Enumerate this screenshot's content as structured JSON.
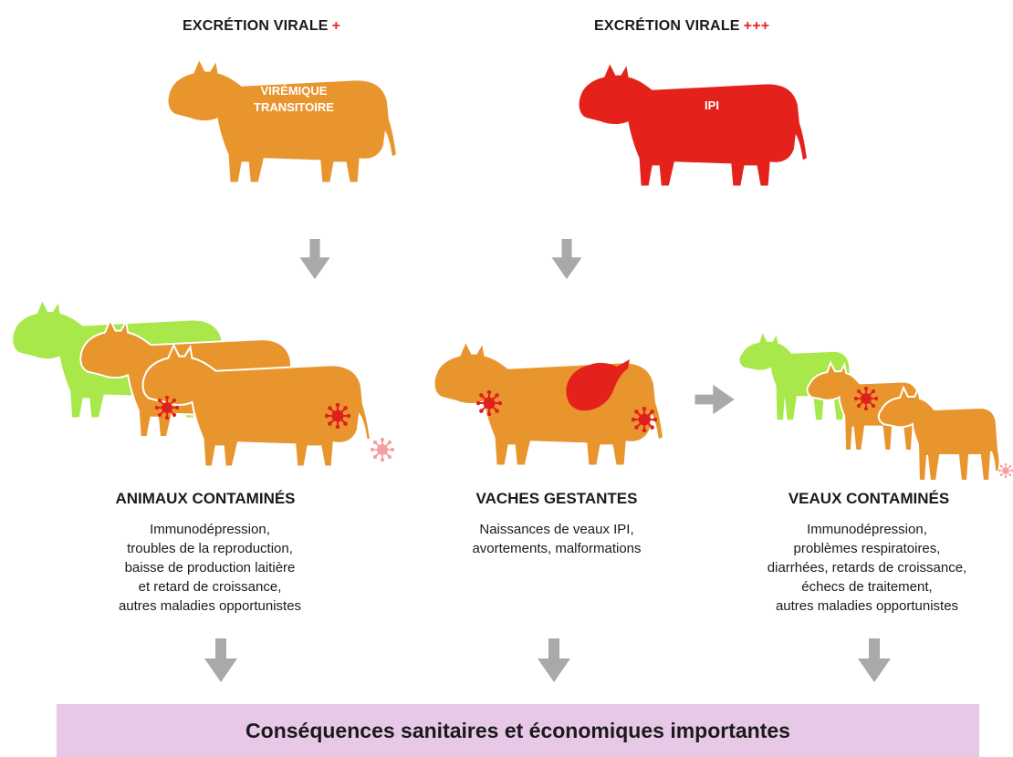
{
  "top": {
    "left_heading": "EXCRÉTION VIRALE",
    "left_plus": "+",
    "right_heading": "EXCRÉTION VIRALE",
    "right_plus": "+++",
    "left_cow_label_line1": "VIRÉMIQUE",
    "left_cow_label_line2": "TRANSITOIRE",
    "right_cow_label": "IPI"
  },
  "sections": {
    "animaux": {
      "title": "ANIMAUX CONTAMINÉS",
      "lines": [
        "Immunodépression,",
        "troubles de la reproduction,",
        "baisse de production laitière",
        "et retard de croissance,",
        "autres maladies opportunistes"
      ]
    },
    "vaches": {
      "title": "VACHES GESTANTES",
      "lines": [
        "Naissances de veaux IPI,",
        "avortements, malformations"
      ]
    },
    "veaux": {
      "title": "VEAUX CONTAMINÉS",
      "lines": [
        "Immunodépression,",
        "problèmes respiratoires,",
        "diarrhées, retards de croissance,",
        "échecs de traitement,",
        "autres maladies opportunistes"
      ]
    }
  },
  "banner": "Conséquences sanitaires et économiques importantes",
  "colors": {
    "orange": "#e8952e",
    "red": "#e4221b",
    "green": "#a9e84a",
    "virus": "#e0201e",
    "arrow": "#a9a9a9",
    "banner": "#e7c8e7"
  }
}
